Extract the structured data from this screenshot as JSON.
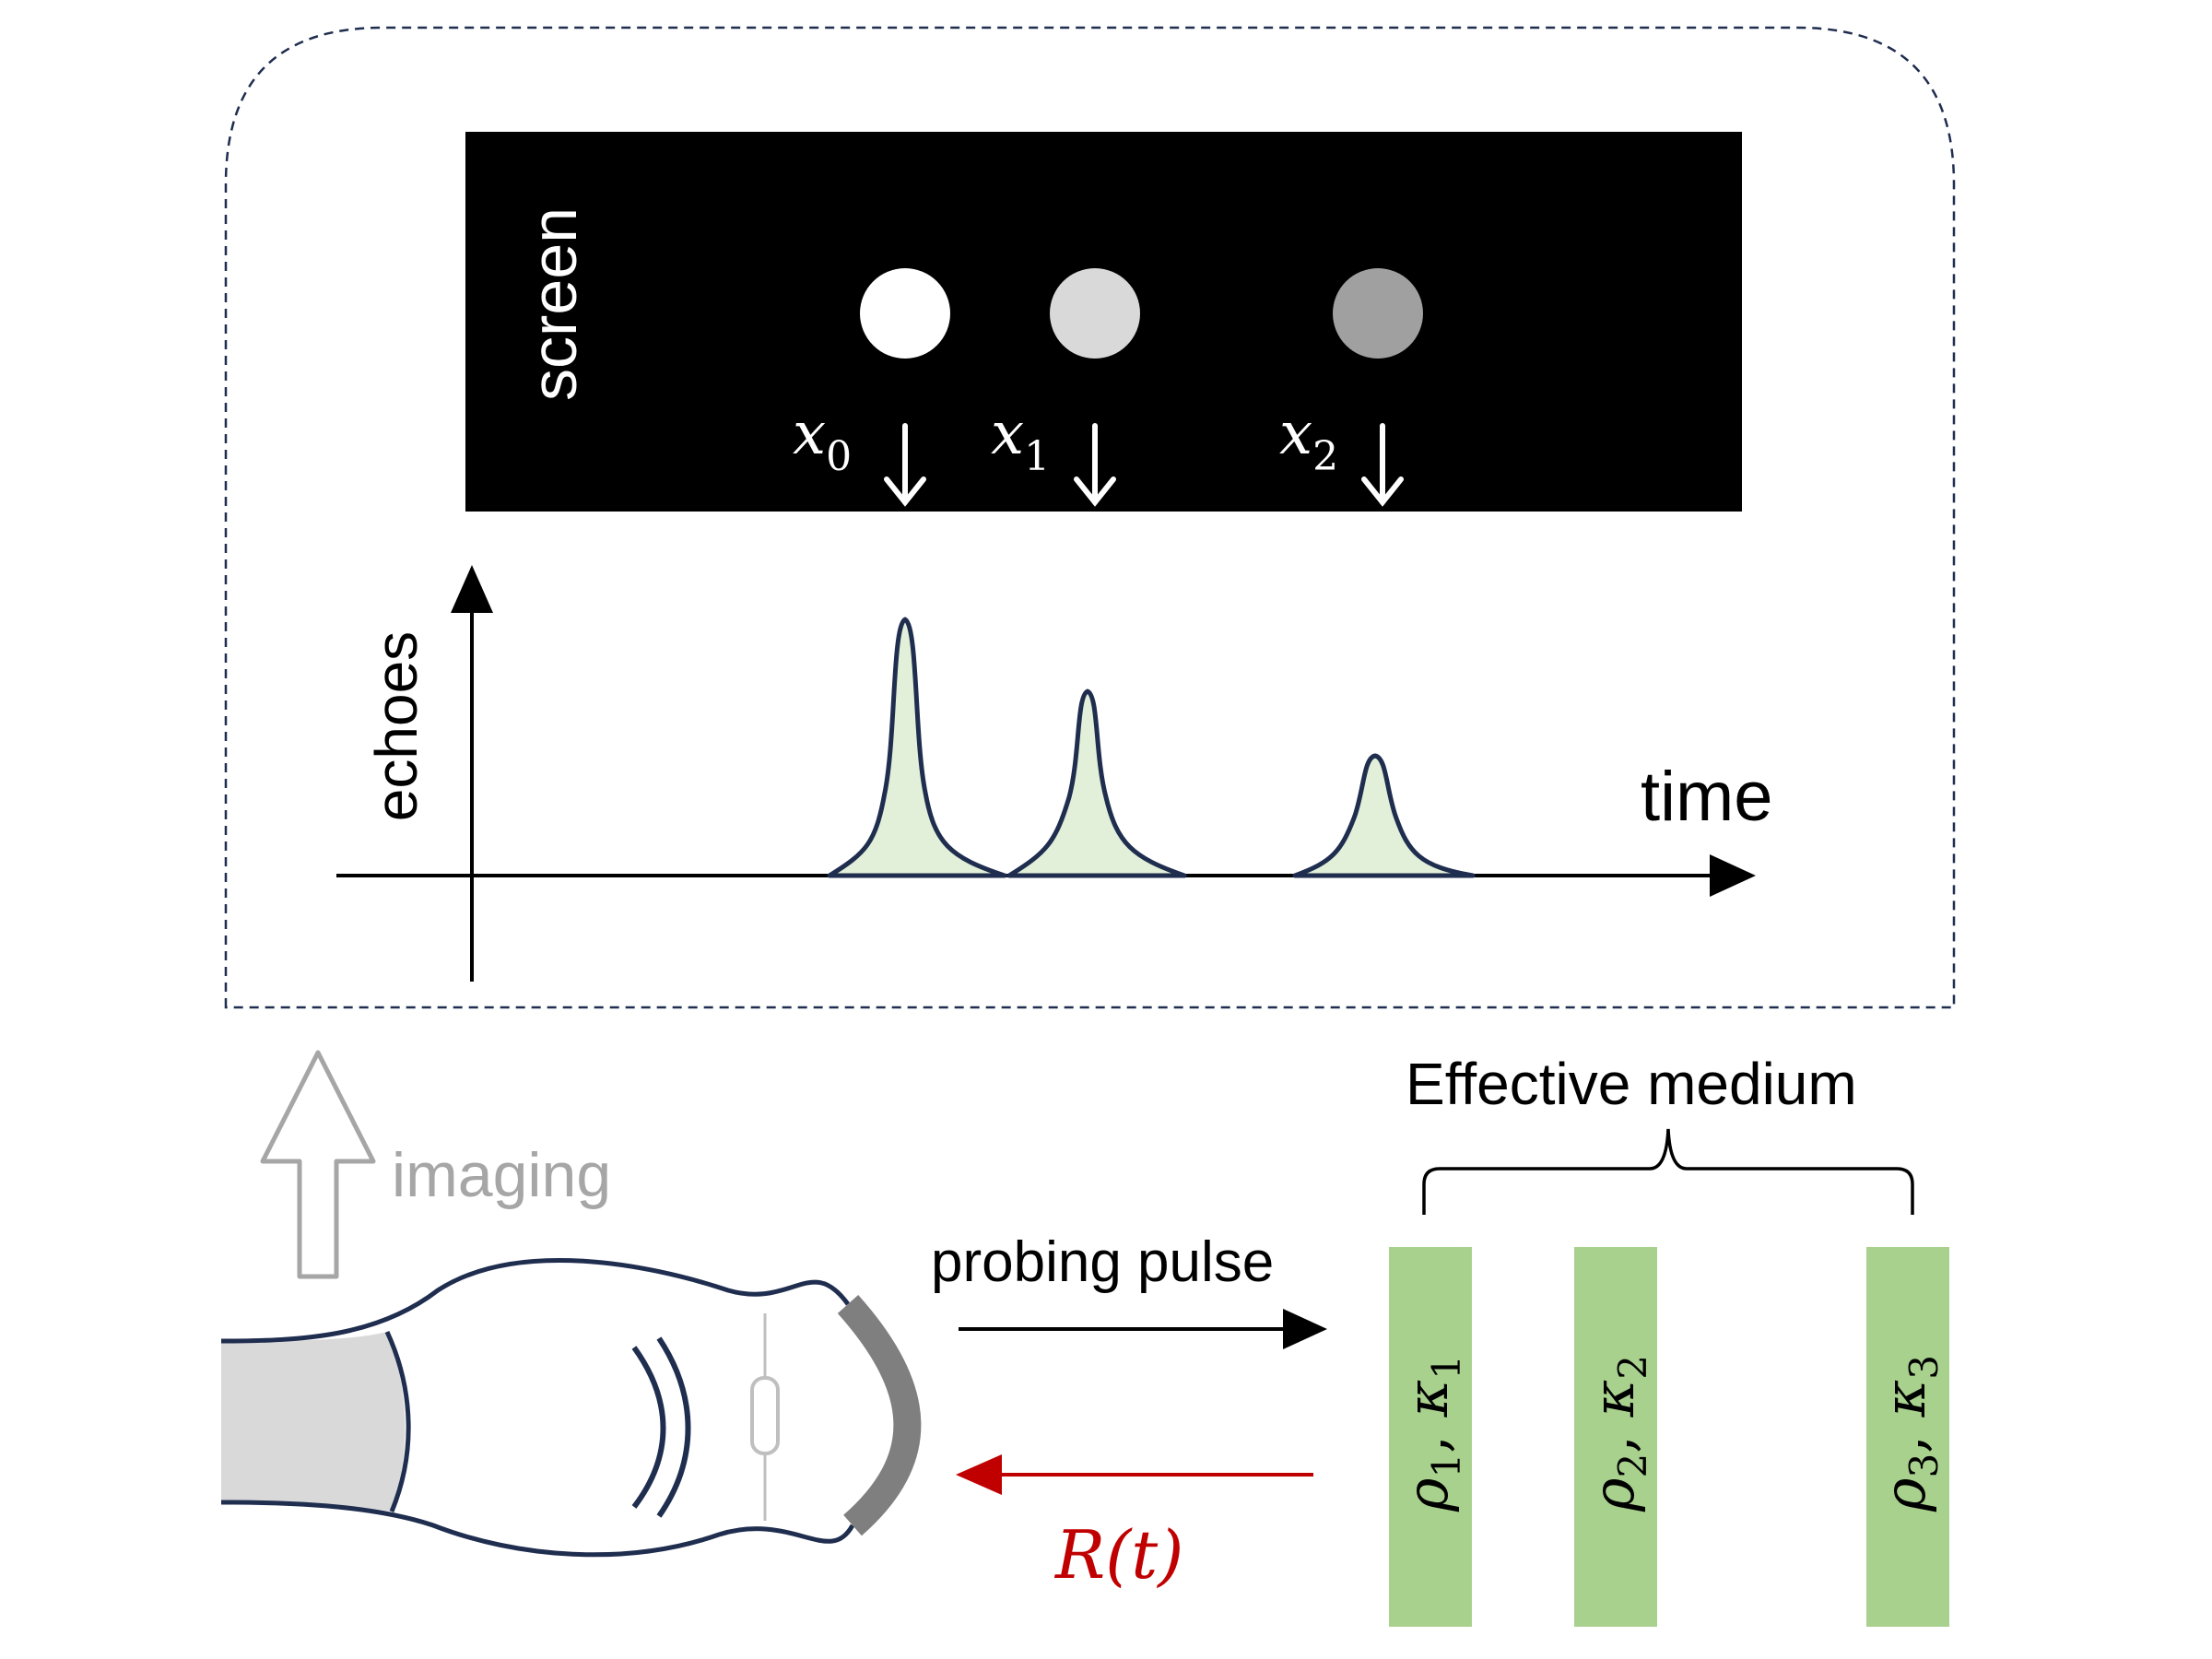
{
  "screen": {
    "label": "screen",
    "dots": [
      {
        "name": "x0",
        "label": "x",
        "sub": "0",
        "color": "#ffffff"
      },
      {
        "name": "x1",
        "label": "x",
        "sub": "1",
        "color": "#d9d9d9"
      },
      {
        "name": "x2",
        "label": "x",
        "sub": "2",
        "color": "#a0a0a0"
      }
    ]
  },
  "plot": {
    "ylabel": "echoes",
    "xlabel": "time",
    "peak_fill": "#e2efd9",
    "peak_stroke": "#1f2d4f"
  },
  "probe": {
    "imaging_label": "imaging",
    "pulse_label": "probing pulse",
    "response_label": "R(t)",
    "response_color": "#c00000"
  },
  "medium": {
    "title": "Effective medium",
    "bar_color": "#a9d18e",
    "layers": [
      {
        "rho": "ρ",
        "rho_sub": "1",
        "kappa": "κ",
        "kappa_sub": "1"
      },
      {
        "rho": "ρ",
        "rho_sub": "2",
        "kappa": "κ",
        "kappa_sub": "2"
      },
      {
        "rho": "ρ",
        "rho_sub": "3",
        "kappa": "κ",
        "kappa_sub": "3"
      }
    ]
  }
}
